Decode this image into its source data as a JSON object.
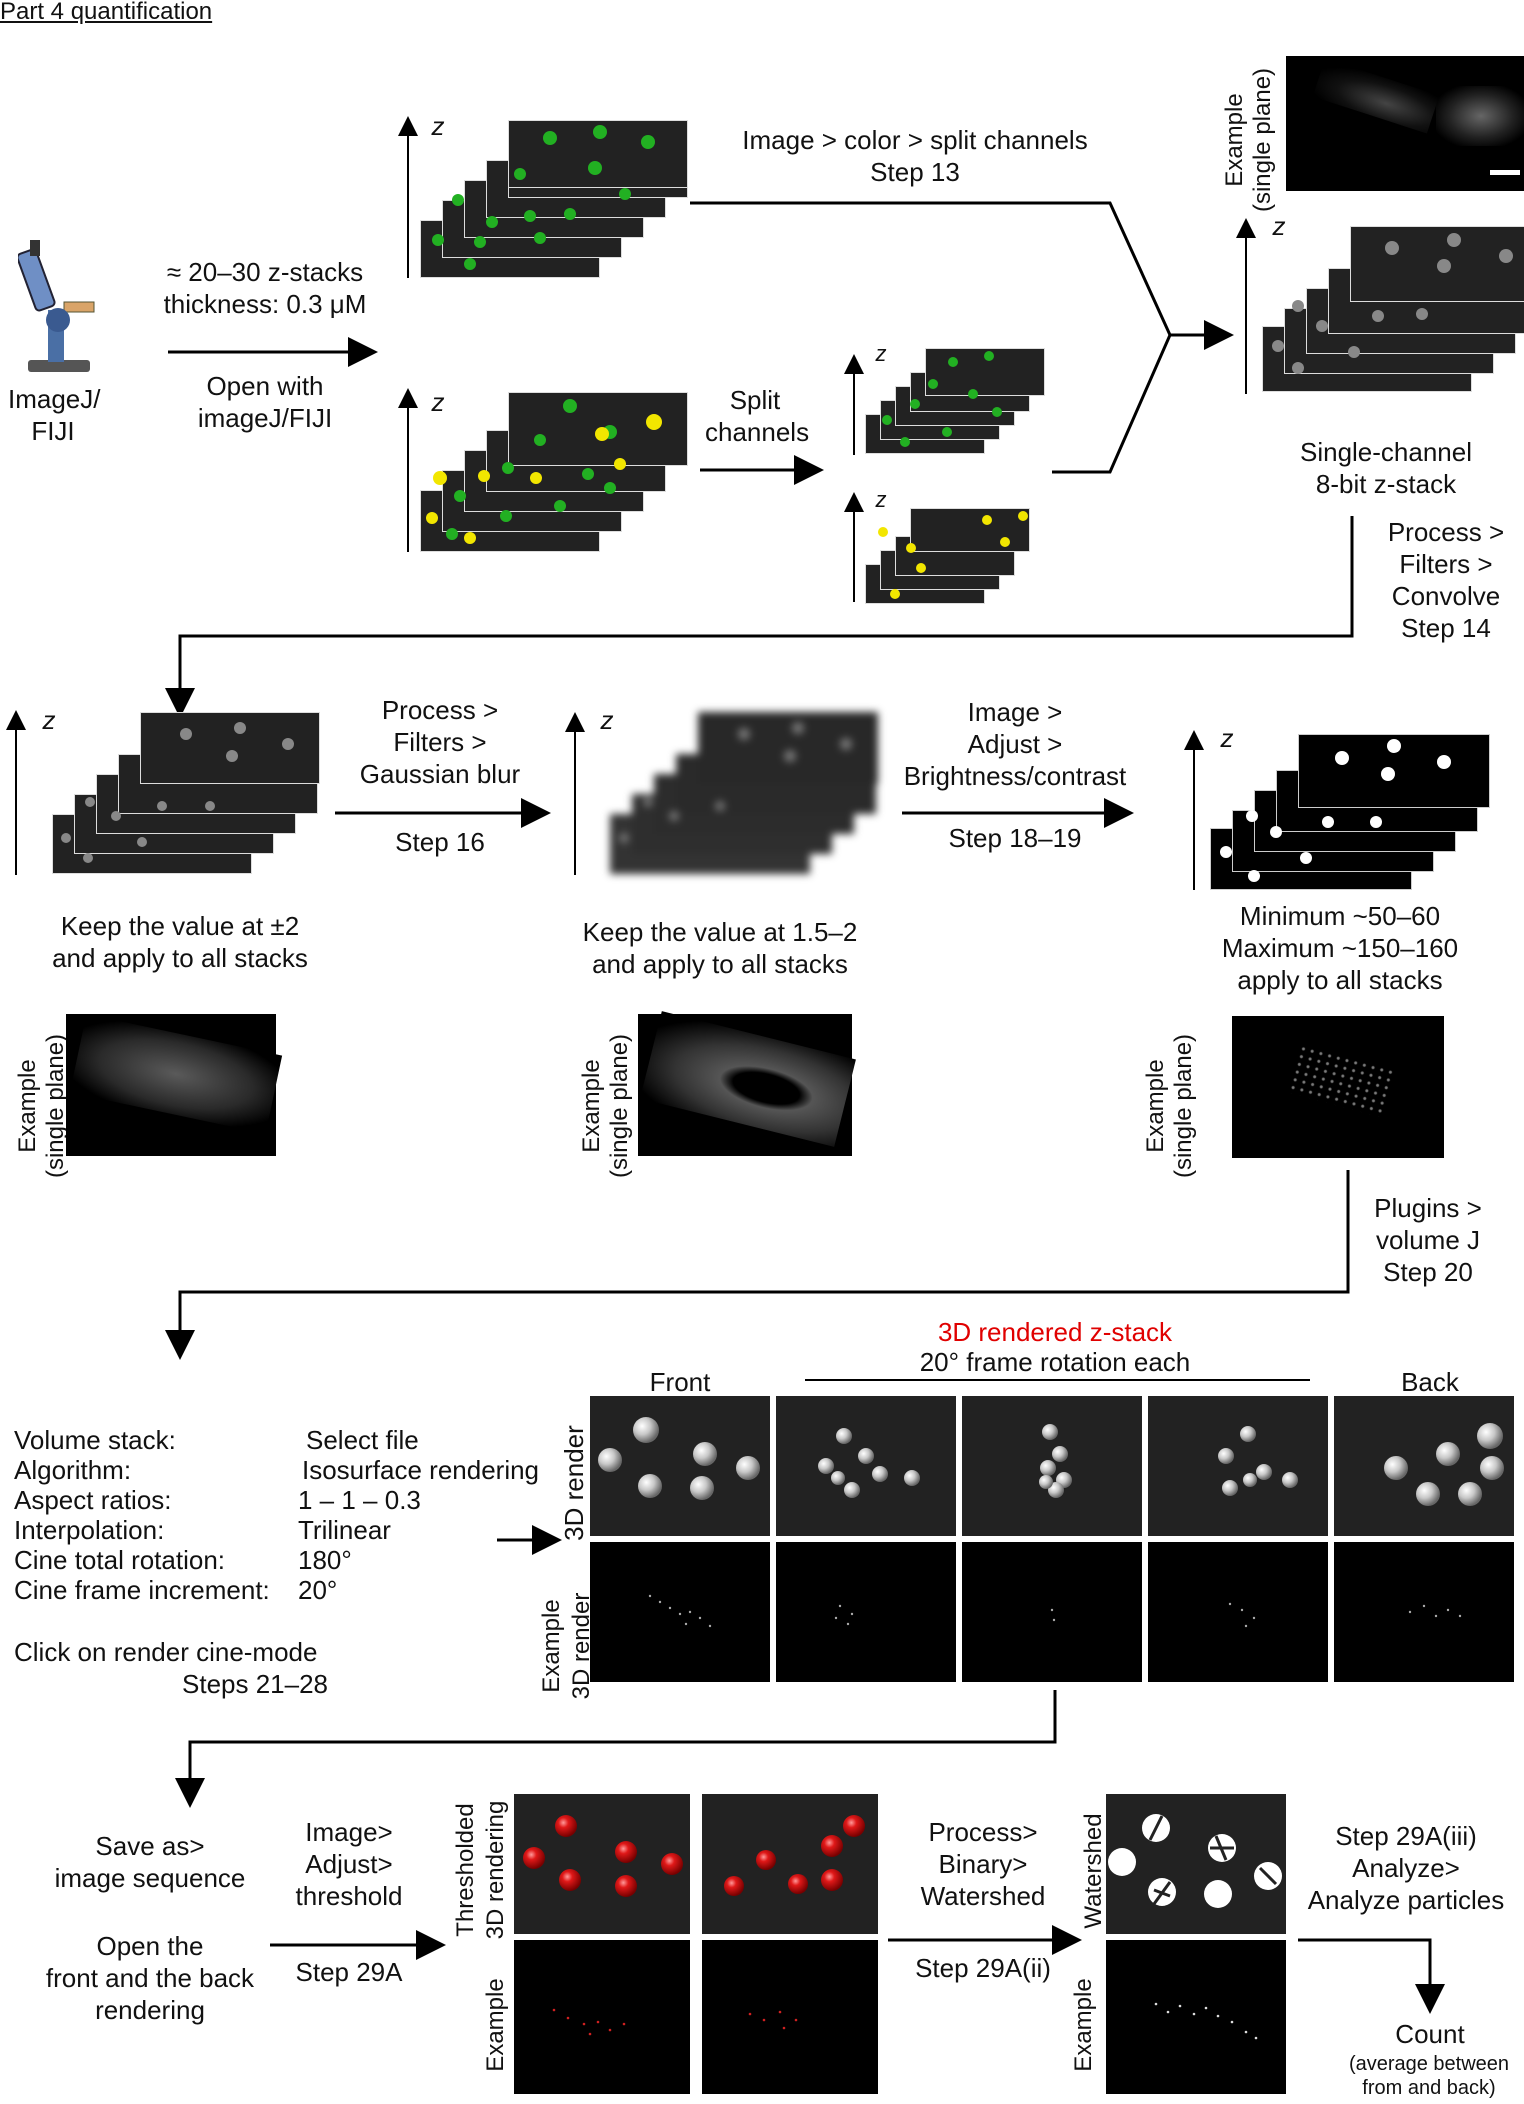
{
  "title": "Part 4 quantification",
  "microscope": {
    "label": "ImageJ/\nFIJI"
  },
  "step_acquire": {
    "stacks": "≈ 20–30 z-stacks\nthickness: 0.3 μM",
    "open": "Open with\nimageJ/FIJI"
  },
  "step_split": {
    "menu": "Image > color > split channels",
    "step": "Step 13",
    "split_label": "Split\nchannels"
  },
  "single_channel": {
    "label": "Single-channel\n8-bit z-stack"
  },
  "step_convolve": {
    "label": "Process >\nFilters >\nConvolve\nStep 14"
  },
  "step_gauss": {
    "menu": "Process >\nFilters >\nGaussian blur",
    "step": "Step 16"
  },
  "step_brightness": {
    "menu": "Image >\nAdjust >\nBrightness/contrast",
    "step": "Step 18–19"
  },
  "note_convolve": "Keep the value at ±2\nand apply to all stacks",
  "note_gauss": "Keep the value at 1.5–2\nand apply to all stacks",
  "note_brightness": "Minimum ~50–60\nMaximum ~150–160\napply to all stacks",
  "example_single": "Example\n(single plane)",
  "axis_z": "z",
  "step_plugins": {
    "label": "Plugins >\nvolume J\nStep 20"
  },
  "render_header": {
    "title": "3D rendered z-stack",
    "subtitle": "20° frame rotation each",
    "front": "Front",
    "back": "Back"
  },
  "row_labels": {
    "render": "3D render",
    "example_render": "Example\n3D render"
  },
  "volume_settings": [
    {
      "key": "Volume stack:",
      "value": "Select file"
    },
    {
      "key": "Algorithm:",
      "value": "Isosurface rendering"
    },
    {
      "key": "Aspect ratios:",
      "value": "1 – 1 – 0.3"
    },
    {
      "key": "Interpolation:",
      "value": "Trilinear"
    },
    {
      "key": "Cine total rotation:",
      "value": "180°"
    },
    {
      "key": "Cine frame increment:",
      "value": "20°"
    }
  ],
  "render_click": "Click on render cine-mode",
  "render_steps": "Steps 21–28",
  "save_seq": "Save as>\nimage sequence",
  "open_front_back": "Open the\nfront and the back\nrendering",
  "threshold": {
    "menu": "Image>\nAdjust>\nthreshold",
    "step": "Step 29A"
  },
  "thresholded_label": "Thresholded\n3D rendering",
  "example_label": "Example",
  "watershed_step": {
    "menu": "Process>\nBinary>\nWatershed",
    "step": "Step 29A(ii)"
  },
  "watershed_label": "Watershed",
  "analyze": "Step 29A(iii)\nAnalyze>\nAnalyze particles",
  "count": "Count",
  "count_note": "(average between\nfrom and back)",
  "colors": {
    "green": "#22b022",
    "yellow": "#f2e600",
    "red": "#d01010",
    "gray_dot": "#888888"
  }
}
